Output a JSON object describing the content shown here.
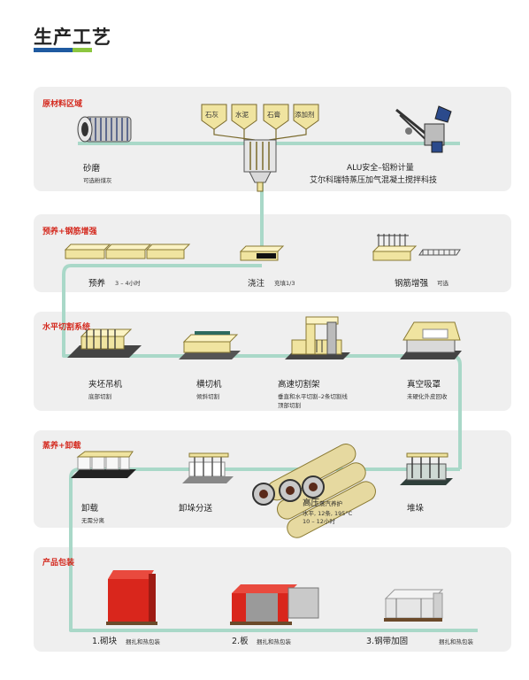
{
  "page": {
    "title": "生产工艺"
  },
  "sections": [
    {
      "title": "原材料区域"
    },
    {
      "title": "预养+钢筋增强"
    },
    {
      "title": "水平切割系统"
    },
    {
      "title": "蒸养+卸载"
    },
    {
      "title": "产品包装"
    }
  ],
  "raw": {
    "grinding": "砂磨",
    "grinding_note": "可选粉煤灰",
    "silos": [
      "石灰",
      "水泥",
      "石膏",
      "添加剂"
    ],
    "alu_line1": "ALU安全–铝粉计量",
    "alu_line2": "艾尔科瑞特蒸压加气混凝土搅拌科技"
  },
  "precure": {
    "precure": "预养",
    "precure_note": "3 – 4小时",
    "pour": "浇注",
    "pour_note": "充填1/3",
    "rebar": "钢筋增强",
    "rebar_note": "可选"
  },
  "cutting": {
    "lift": "夹坯吊机",
    "lift_note": "底部切割",
    "cross": "横切机",
    "cross_note": "倾斜切割",
    "highspeed": "高速切割架",
    "highspeed_note1": "垂直和水平切割–2条切割线",
    "highspeed_note2": "顶部切割",
    "vacuum": "真空吸罩",
    "vacuum_note": "未硬化外皮回收"
  },
  "steam": {
    "unload": "卸载",
    "unload_note": "无需分离",
    "separate": "卸垛分送",
    "autoclave": "高压",
    "autoclave_small": "蒸汽养护",
    "autoclave_note1": "水平, 12条, 195°C",
    "autoclave_note2": "10 – 12小时",
    "stack": "堆垛"
  },
  "packaging": {
    "block": "1.砌块",
    "block_note": "捆扎和热包装",
    "panel": "2.板",
    "panel_note": "捆扎和热包装",
    "steel": "3.钢带加固",
    "steel_note": "捆扎和热包装"
  },
  "colors": {
    "title_blue": "#1f5aa0",
    "title_green": "#8cc63f",
    "section_title": "#d42a1f",
    "flow_line": "#a9d8c8",
    "panel_bg": "#efefef",
    "mold": "#f0e4a0",
    "wrap_red": "#d9261c"
  }
}
